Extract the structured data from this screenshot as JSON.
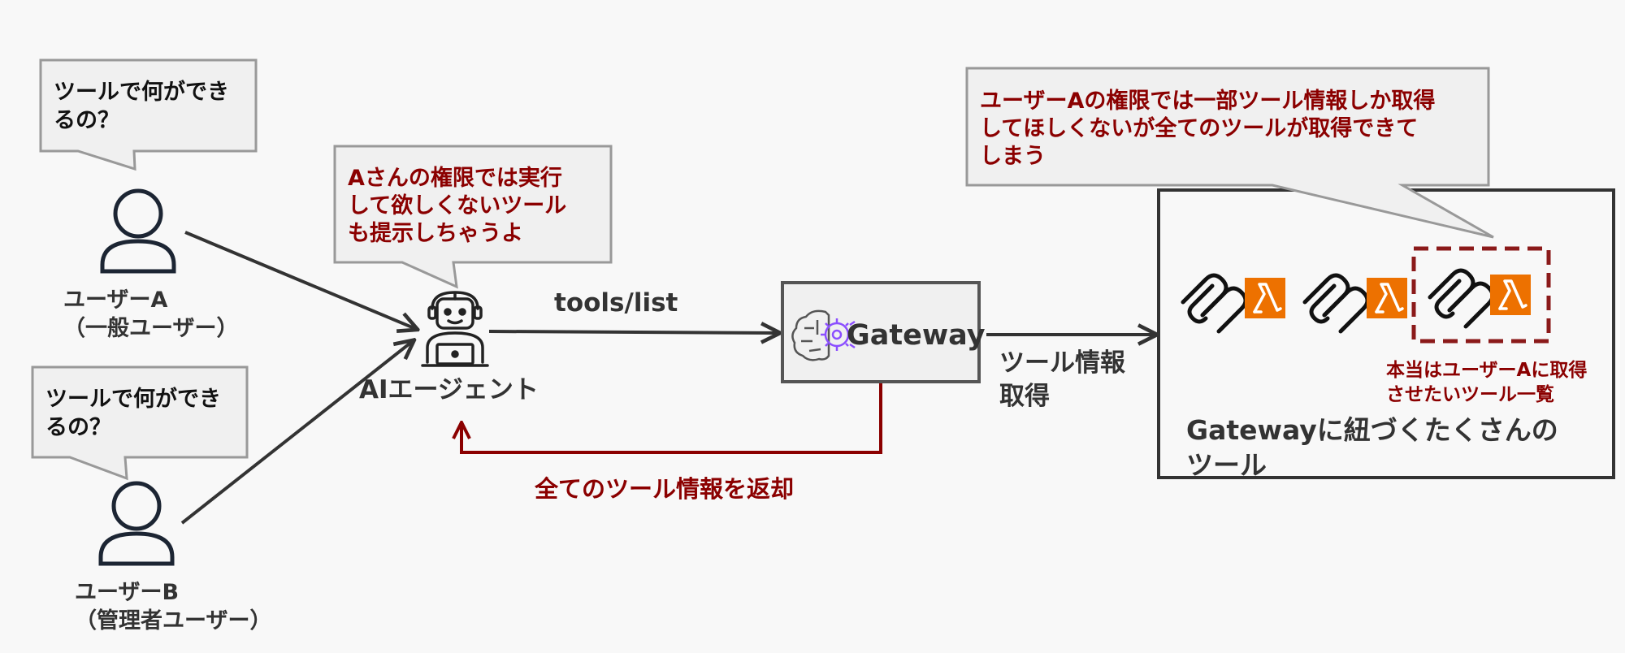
{
  "colors": {
    "text_dark": "#333333",
    "text_red": "#8b0000",
    "bubble_fill": "#f0f0f0",
    "bubble_stroke": "#999999",
    "person_stroke": "#1c2533",
    "lambda_orange": "#ed7100",
    "gateway_purple": "#8c4fff",
    "return_arrow_red": "#8b0000"
  },
  "users": {
    "a": {
      "bubble_lines": [
        "ツールで何ができ",
        "るの？"
      ],
      "name": "ユーザーA",
      "role": "（一般ユーザー）"
    },
    "b": {
      "bubble_lines": [
        "ツールで何ができ",
        "るの？"
      ],
      "name": "ユーザーB",
      "role": "（管理者ユーザー）"
    }
  },
  "agent": {
    "label": "AIエージェント",
    "bubble_lines": [
      "Aさんの権限では実行",
      "して欲しくないツール",
      "も提示しちゃうよ"
    ]
  },
  "request_label": "tools/list",
  "gateway": {
    "label": "Gateway"
  },
  "return_label": "全てのツール情報を返却",
  "fetch_label_lines": [
    "ツール情報",
    "取得"
  ],
  "tools_panel": {
    "caption_lines": [
      "Gatewayに紐づくたくさんの",
      "ツール"
    ],
    "highlight_note_lines": [
      "本当はユーザーAに取得",
      "させたいツール一覧"
    ],
    "tool_icons": [
      "mcp-icon",
      "lambda-icon",
      "mcp-icon",
      "lambda-icon",
      "mcp-icon",
      "lambda-icon"
    ]
  },
  "warning_bubble_lines": [
    "ユーザーAの権限では一部ツール情報しか取得",
    "してほしくないが全てのツールが取得できて",
    "しまう"
  ]
}
